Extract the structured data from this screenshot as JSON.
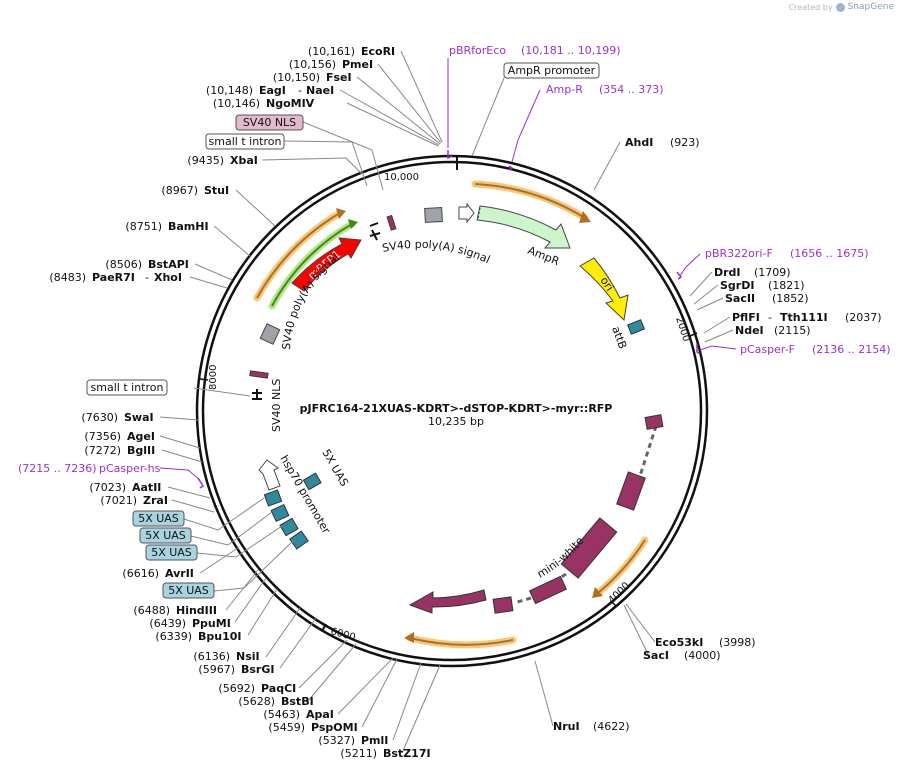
{
  "credit": {
    "created_by": "Created by",
    "brand": "SnapGene"
  },
  "plasmid": {
    "name": "pJFRC164-21XUAS-KDRT>-dSTOP-KDRT>-myr::RFP",
    "length_label": "10,235 bp",
    "length": 10235
  },
  "tick_labels": [
    {
      "text": "10,000",
      "pos": 10000
    },
    {
      "text": "2000",
      "pos": 2000
    },
    {
      "text": "4000",
      "pos": 4000
    },
    {
      "text": "6000",
      "pos": 6000
    },
    {
      "text": "8000",
      "pos": 8000
    }
  ],
  "sites": [
    {
      "name": "EcoRI",
      "pos": "(10,161)"
    },
    {
      "name": "PmeI",
      "pos": "(10,156)"
    },
    {
      "name": "FseI",
      "pos": "(10,150)"
    },
    {
      "name": "EagI",
      "name2": "NaeI",
      "pos": "(10,148)"
    },
    {
      "name": "NgoMIV",
      "pos": "(10,146)"
    },
    {
      "name": "XbaI",
      "pos": "(9435)"
    },
    {
      "name": "StuI",
      "pos": "(8967)"
    },
    {
      "name": "BamHI",
      "pos": "(8751)"
    },
    {
      "name": "BstAPI",
      "pos": "(8506)"
    },
    {
      "name": "PaeR7I",
      "name2": "XhoI",
      "pos": "(8483)"
    },
    {
      "name": "SwaI",
      "pos": "(7630)"
    },
    {
      "name": "AgeI",
      "pos": "(7356)"
    },
    {
      "name": "BglII",
      "pos": "(7272)"
    },
    {
      "name": "AatII",
      "pos": "(7023)"
    },
    {
      "name": "ZraI",
      "pos": "(7021)"
    },
    {
      "name": "AvrII",
      "pos": "(6616)"
    },
    {
      "name": "HindIII",
      "pos": "(6488)"
    },
    {
      "name": "PpuMI",
      "pos": "(6439)"
    },
    {
      "name": "Bpu10I",
      "pos": "(6339)"
    },
    {
      "name": "NsiI",
      "pos": "(6136)"
    },
    {
      "name": "BsrGI",
      "pos": "(5967)"
    },
    {
      "name": "PaqCI",
      "pos": "(5692)"
    },
    {
      "name": "BstBI",
      "pos": "(5628)"
    },
    {
      "name": "ApaI",
      "pos": "(5463)"
    },
    {
      "name": "PspOMI",
      "pos": "(5459)"
    },
    {
      "name": "PmlI",
      "pos": "(5327)"
    },
    {
      "name": "BstZ17I",
      "pos": "(5211)"
    },
    {
      "name": "NruI",
      "pos": "(4622)"
    },
    {
      "name": "SacI",
      "pos": "(4000)"
    },
    {
      "name": "Eco53kI",
      "pos": "(3998)"
    },
    {
      "name": "NdeI",
      "pos": "(2115)"
    },
    {
      "name": "PflFI",
      "name2": "Tth111I",
      "pos": "(2037)"
    },
    {
      "name": "SacII",
      "pos": "(1852)"
    },
    {
      "name": "SgrDI",
      "pos": "(1821)"
    },
    {
      "name": "DrdI",
      "pos": "(1709)"
    },
    {
      "name": "AhdI",
      "pos": "(923)"
    }
  ],
  "primers": [
    {
      "name": "pBRforEco",
      "range": "(10,181 .. 10,199)"
    },
    {
      "name": "Amp-R",
      "range": "(354 .. 373)"
    },
    {
      "name": "pBR322ori-F",
      "range": "(1656 .. 1675)"
    },
    {
      "name": "pCasper-F",
      "range": "(2136 .. 2154)"
    },
    {
      "name": "pCasper-hs",
      "range": "(7215 .. 7236)"
    }
  ],
  "boxed_features": [
    {
      "text": "AmpR promoter",
      "color": "#ffffff"
    },
    {
      "text": "SV40 NLS",
      "color": "#e3b9cc"
    },
    {
      "text": "small t intron",
      "color": "#ffffff"
    },
    {
      "text": "small t intron",
      "color": "#ffffff"
    },
    {
      "text": "5X UAS",
      "color": "#a9d3e0"
    },
    {
      "text": "5X UAS",
      "color": "#a9d3e0"
    },
    {
      "text": "5X UAS",
      "color": "#a9d3e0"
    },
    {
      "text": "5X UAS",
      "color": "#a9d3e0"
    }
  ],
  "features": {
    "sv40_polya_top": "SV40 poly(A) signal",
    "ampr": "AmpR",
    "ori": "ori",
    "attb": "attB",
    "mrfp1": "mRFP1",
    "sv40_polya_left": "SV40 poly(A) signal",
    "sv40_nls": "SV40 NLS",
    "hsp70": "hsp70 promoter",
    "uas": "5X UAS",
    "mini_white": "mini-white"
  },
  "colors": {
    "primer": "#9b2fd0",
    "ampr": "#ccf5cc",
    "ori": "#ffee00",
    "mrfp1": "#ff0000",
    "mini_white": "#993366",
    "attb_uas": "#2f8a9b",
    "orf_orange": "#f5a623",
    "orf_green": "#66bb33"
  }
}
